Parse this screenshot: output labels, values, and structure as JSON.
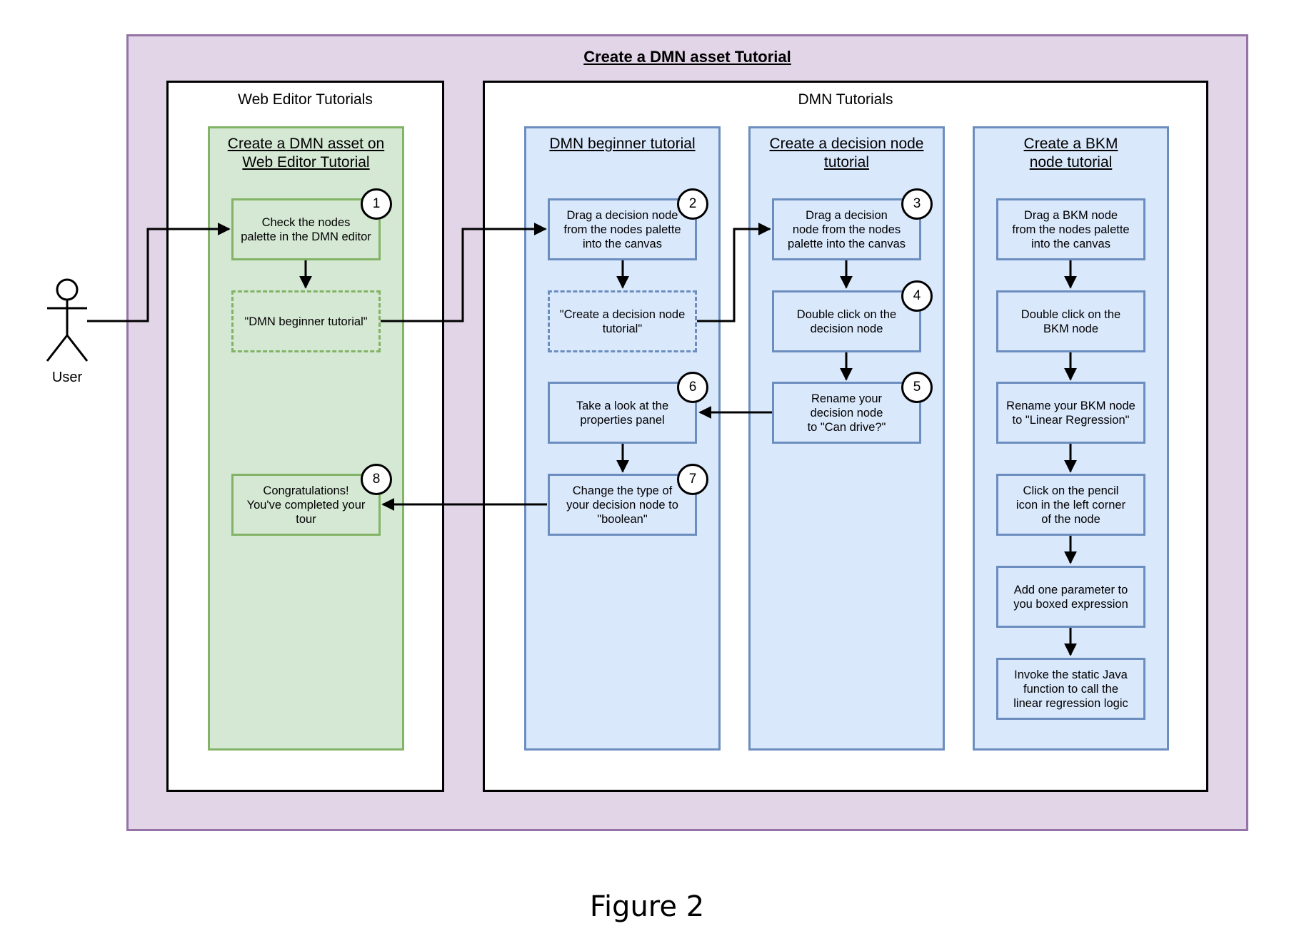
{
  "outer": {
    "title": "Create a DMN asset Tutorial"
  },
  "actor": {
    "label": "User"
  },
  "frames": {
    "web_editor": {
      "title": "Web Editor Tutorials"
    },
    "dmn": {
      "title": "DMN Tutorials"
    }
  },
  "lanes": {
    "web_editor_asset": {
      "title": "Create a DMN asset on\nWeb Editor Tutorial"
    },
    "dmn_beginner": {
      "title": "DMN beginner tutorial"
    },
    "decision_node": {
      "title": "Create a decision node\ntutorial"
    },
    "bkm_node": {
      "title": "Create a BKM\nnode tutorial"
    }
  },
  "nodes": {
    "check_palette": "Check the nodes\npalette in the DMN editor",
    "ref_beginner": "\"DMN beginner tutorial\"",
    "congrats": "Congratulations!\nYou've completed your\ntour",
    "drag_decision_1": "Drag a decision node\nfrom the nodes palette\ninto the canvas",
    "ref_decision": "\"Create a decision node\ntutorial\"",
    "properties_panel": "Take a look at the\nproperties panel",
    "change_type": "Change the type of\nyour decision node to\n\"boolean\"",
    "drag_decision_2": "Drag a decision\nnode from the nodes\npalette into the canvas",
    "double_click_decision": "Double click on the\ndecision node",
    "rename_decision": "Rename your\ndecision node\nto \"Can drive?\"",
    "drag_bkm": "Drag a BKM node\nfrom the nodes palette\ninto the canvas",
    "double_click_bkm": "Double click on the\nBKM node",
    "rename_bkm": "Rename your BKM node\nto \"Linear Regression\"",
    "click_pencil": "Click on the pencil\nicon in the left corner\nof the node",
    "add_parameter": "Add one parameter to\nyou boxed expression",
    "invoke_java": "Invoke the static Java\nfunction to call the\nlinear regression logic"
  },
  "badges": {
    "b1": "1",
    "b2": "2",
    "b3": "3",
    "b4": "4",
    "b5": "5",
    "b6": "6",
    "b7": "7",
    "b8": "8"
  },
  "caption": "Figure 2"
}
